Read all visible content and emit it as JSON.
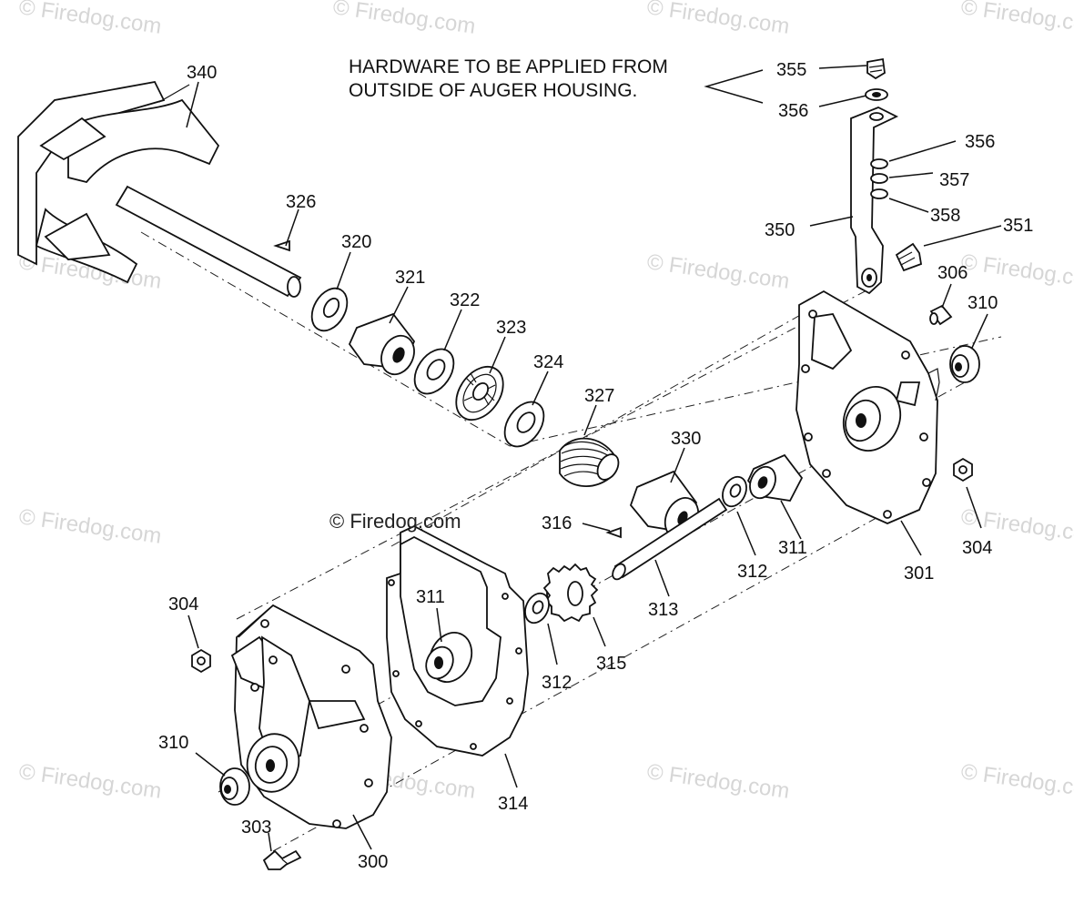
{
  "note": {
    "line1": "HARDWARE TO BE APPLIED FROM",
    "line2": "OUTSIDE OF AUGER HOUSING."
  },
  "copyright": "© Firedog.com",
  "watermark": "© Firedog.com",
  "labels": [
    {
      "id": "340",
      "text": "340"
    },
    {
      "id": "326",
      "text": "326"
    },
    {
      "id": "320",
      "text": "320"
    },
    {
      "id": "321",
      "text": "321"
    },
    {
      "id": "322",
      "text": "322"
    },
    {
      "id": "323",
      "text": "323"
    },
    {
      "id": "324",
      "text": "324"
    },
    {
      "id": "327",
      "text": "327"
    },
    {
      "id": "330",
      "text": "330"
    },
    {
      "id": "355",
      "text": "355"
    },
    {
      "id": "356a",
      "text": "356"
    },
    {
      "id": "356b",
      "text": "356"
    },
    {
      "id": "357",
      "text": "357"
    },
    {
      "id": "358",
      "text": "358"
    },
    {
      "id": "350",
      "text": "350"
    },
    {
      "id": "351",
      "text": "351"
    },
    {
      "id": "306",
      "text": "306"
    },
    {
      "id": "310a",
      "text": "310"
    },
    {
      "id": "316",
      "text": "316"
    },
    {
      "id": "311a",
      "text": "311"
    },
    {
      "id": "312a",
      "text": "312"
    },
    {
      "id": "313",
      "text": "313"
    },
    {
      "id": "301",
      "text": "301"
    },
    {
      "id": "304a",
      "text": "304"
    },
    {
      "id": "304b",
      "text": "304"
    },
    {
      "id": "311b",
      "text": "311"
    },
    {
      "id": "312b",
      "text": "312"
    },
    {
      "id": "315",
      "text": "315"
    },
    {
      "id": "310b",
      "text": "310"
    },
    {
      "id": "314",
      "text": "314"
    },
    {
      "id": "303",
      "text": "303"
    },
    {
      "id": "300",
      "text": "300"
    }
  ]
}
